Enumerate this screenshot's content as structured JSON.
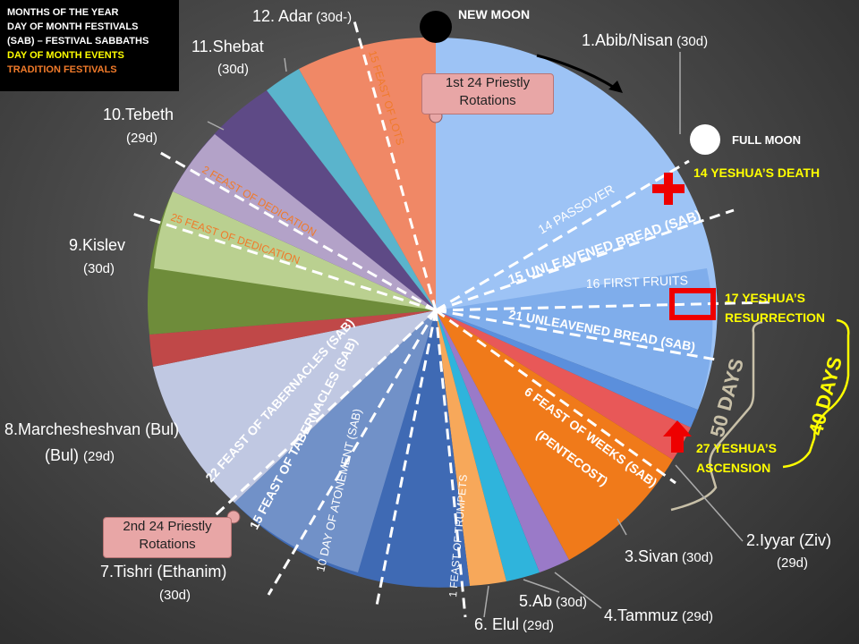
{
  "legend": {
    "items": [
      {
        "text": "MONTHS OF THE YEAR",
        "color": "#ffffff"
      },
      {
        "text": "DAY OF MONTH FESTIVALS",
        "color": "#ffffff"
      },
      {
        "text": "(SAB) – FESTIVAL SABBATHS",
        "color": "#ffffff"
      },
      {
        "text": "DAY OF MONTH EVENTS",
        "color": "#ffff00"
      },
      {
        "text": "TRADITION FESTIVALS",
        "color": "#f07a2a"
      }
    ]
  },
  "moons": {
    "new_moon": "NEW MOON",
    "full_moon": "FULL MOON"
  },
  "months": [
    {
      "name": "1.Abib/Nisan",
      "days": "(30d)",
      "color": "#9dc3f5"
    },
    {
      "name": "2.Iyyar (Ziv)",
      "days": "(29d)",
      "color": "#e85858"
    },
    {
      "name": "3.Sivan",
      "days": "(30d)",
      "color": "#f07a1a"
    },
    {
      "name": "4.Tammuz",
      "days": "(29d)",
      "color": "#9a7ac8"
    },
    {
      "name": "5.Ab",
      "days": "(30d)",
      "color": "#2fb4dc"
    },
    {
      "name": "6. Elul",
      "days": "(29d)",
      "color": "#f7a85a"
    },
    {
      "name": "7.Tishri (Ethanim)",
      "days": "(30d)",
      "color": "#3f6ab4"
    },
    {
      "name": "8.Marchesheshvan (Bul)",
      "days": "(29d)",
      "color": "#c0c8e2"
    },
    {
      "name": "9.Kislev",
      "days": "(30d)",
      "color": "#b8d08e"
    },
    {
      "name": "10.Tebeth",
      "days": "(29d)",
      "color": "#b8a8c8"
    },
    {
      "name": "11.Shebat",
      "days": "(30d)",
      "color": "#5ab4cc"
    },
    {
      "name": "12. Adar",
      "days": "(30d-)",
      "color": "#f08866"
    }
  ],
  "festivals": {
    "passover": "14 PASSOVER",
    "unleavened_15": "15 UNLEAVENED BREAD (SAB)",
    "first_fruits": "16 FIRST FRUITS",
    "unleavened_21": "21 UNLEAVENED BREAD (SAB)",
    "weeks_line1": "6 FEAST OF WEEKS (SAB)",
    "weeks_line2": "(PENTECOST)",
    "trumpets": "1 FEAST OF TRUMPETS",
    "atonement": "10 DAY OF ATONEMENT (SAB)",
    "tabernacles_15": "15 FEAST OF TABERNACLES (SAB)",
    "tabernacles_22": "22 FEAST OF TABERNACLES (SAB)",
    "dedication_25": "25 FEAST OF DEDICATION",
    "dedication_2": "2 FEAST OF DEDICATION",
    "lots": "15 FEAST OF LOTS"
  },
  "events": {
    "death": "14 YESHUA’S DEATH",
    "resurrection_1": "17 YESHUA’S",
    "resurrection_2": "RESURRECTION",
    "ascension_1": "27 YESHUA’S",
    "ascension_2": "ASCENSION",
    "fifty_days": "50 DAYS",
    "forty_days": "40 DAYS"
  },
  "callouts": {
    "first_rotation_1": "1st 24 Priestly",
    "first_rotation_2": "Rotations",
    "second_rotation_1": "2nd 24 Priestly",
    "second_rotation_2": "Rotations"
  },
  "colors": {
    "festival_white": "#ffffff",
    "event_yellow": "#ffff00",
    "tradition_orange": "#f07a2a",
    "marker_red": "#ee0000"
  }
}
